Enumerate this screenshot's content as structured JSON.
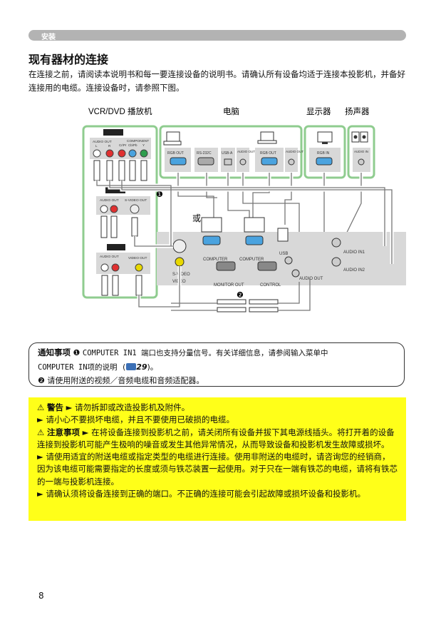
{
  "header": {
    "section": "安装"
  },
  "page_title": "现有器材的连接",
  "intro": "在连接之前，请阅读本说明书和每一要连接设备的说明书。请确认所有设备均适于连接本投影机，并备好连接用的电缆。连接设备时，请参照下图。",
  "diagram": {
    "dev_vcr": "VCR/DVD 播放机",
    "dev_pc": "电脑",
    "dev_monitor": "显示器",
    "dev_speaker": "扬声器",
    "or_text": "或",
    "circle1": "❶",
    "circle2": "❷",
    "lbl_audio_out_lr": "AUDIO OUT",
    "lbl_component": "COMPONENT",
    "lbl_cbpb": "Cb/Pb",
    "lbl_crpr": "Cr/Pr",
    "lbl_y": "Y",
    "lbl_l": "L",
    "lbl_r": "R",
    "lbl_rgb_out": "RGB OUT",
    "lbl_rs232c": "RS-232C",
    "lbl_usba": "USB-A",
    "lbl_audio_out_pc": "AUDIO OUT",
    "lbl_rgb_out2": "RGB OUT",
    "lbl_audio_out_pc2": "AUDIO OUT",
    "lbl_rgb_in": "RGB IN",
    "lbl_audio_in_sp": "AUDIO IN",
    "lbl_audio_out_2": "AUDIO OUT",
    "lbl_svideo_out": "S-VIDEO OUT",
    "lbl_audio_out_3": "AUDIO OUT",
    "lbl_video_out": "VIDEO OUT",
    "lbl_computer_in1": "COMPUTER",
    "lbl_computer_in2": "COMPUTER",
    "lbl_usb": "USB",
    "lbl_audio_in1": "AUDIO IN1",
    "lbl_audio_in2": "AUDIO IN2",
    "lbl_s_video": "S-VIDEO",
    "lbl_video": "VIDEO",
    "lbl_monitor_out": "MONITOR OUT",
    "lbl_control": "CONTROL",
    "lbl_audio_out_proj": "AUDIO OUT",
    "colors": {
      "frame": "#8fcc8f",
      "panel": "#d8d8d8",
      "blue": "#4aa3df",
      "red": "#e03030",
      "yellow": "#e8d800",
      "green": "#2e9e4e"
    }
  },
  "note": {
    "label": "通知事项",
    "b1": "❶",
    "text1": "COMPUTER IN1 端口也支持分量信号。有关详细信息，请参阅输入菜单中",
    "text2a": "COMPUTER IN项的说明 (",
    "book_icon": "book-icon",
    "page_ref": "29",
    "text2b": ")。",
    "b2": "❷",
    "text3": "请使用附送的视频／音频电缆和音频适配器。"
  },
  "warning": {
    "sym1": "⚠",
    "label1": "警告",
    "t1": "► 请勿拆卸或改造投影机及附件。",
    "t2": "► 请小心不要损坏电缆，并且不要使用已破损的电缆。",
    "sym2": "⚠",
    "label2": "注意事项",
    "t3": "► 在将设备连接到投影机之前，请关闭所有设备并拔下其电源线插头。将打开着的设备连接到投影机可能产生极响的噪音或发生其他异常情况，从而导致设备和投影机发生故障或损坏。",
    "t4": "► 请使用适宜的附送电缆或指定类型的电缆进行连接。使用非附送的电缆时，请咨询您的经销商，因为该电缆可能需要指定的长度或须与铁芯装置一起使用。对于只在一端有铁芯的电缆，请将有铁芯的一端与投影机连接。",
    "t5": "► 请确认须将设备连接到正确的端口。不正确的连接可能会引起故障或损坏设备和投影机。"
  },
  "page_number": "8"
}
